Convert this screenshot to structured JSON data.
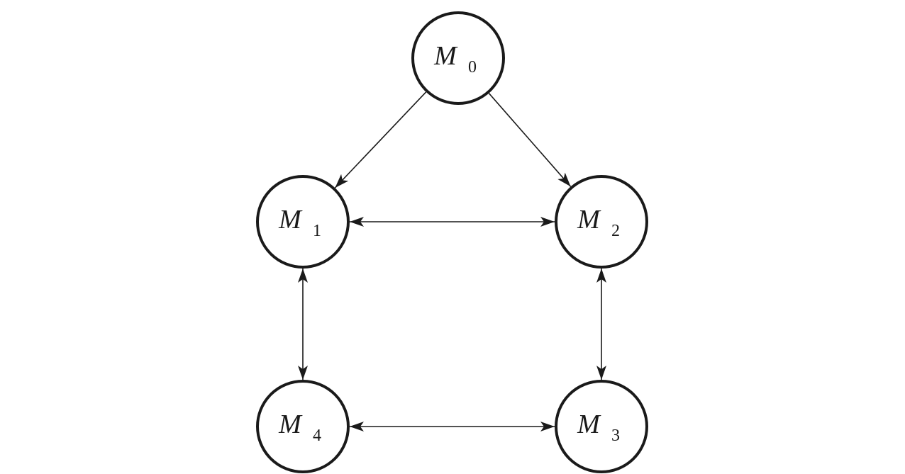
{
  "diagram": {
    "nodes": [
      {
        "id": "M0",
        "letter": "M",
        "subscript": "0"
      },
      {
        "id": "M1",
        "letter": "M",
        "subscript": "1"
      },
      {
        "id": "M2",
        "letter": "M",
        "subscript": "2"
      },
      {
        "id": "M3",
        "letter": "M",
        "subscript": "3"
      },
      {
        "id": "M4",
        "letter": "M",
        "subscript": "4"
      }
    ],
    "edges": [
      {
        "from": "M0",
        "to": "M1",
        "direction": "forward"
      },
      {
        "from": "M0",
        "to": "M2",
        "direction": "forward"
      },
      {
        "from": "M1",
        "to": "M2",
        "direction": "both"
      },
      {
        "from": "M1",
        "to": "M4",
        "direction": "both"
      },
      {
        "from": "M2",
        "to": "M3",
        "direction": "both"
      },
      {
        "from": "M4",
        "to": "M3",
        "direction": "both"
      }
    ],
    "colors": {
      "stroke": "#1a1a1a",
      "background": "#ffffff"
    }
  }
}
